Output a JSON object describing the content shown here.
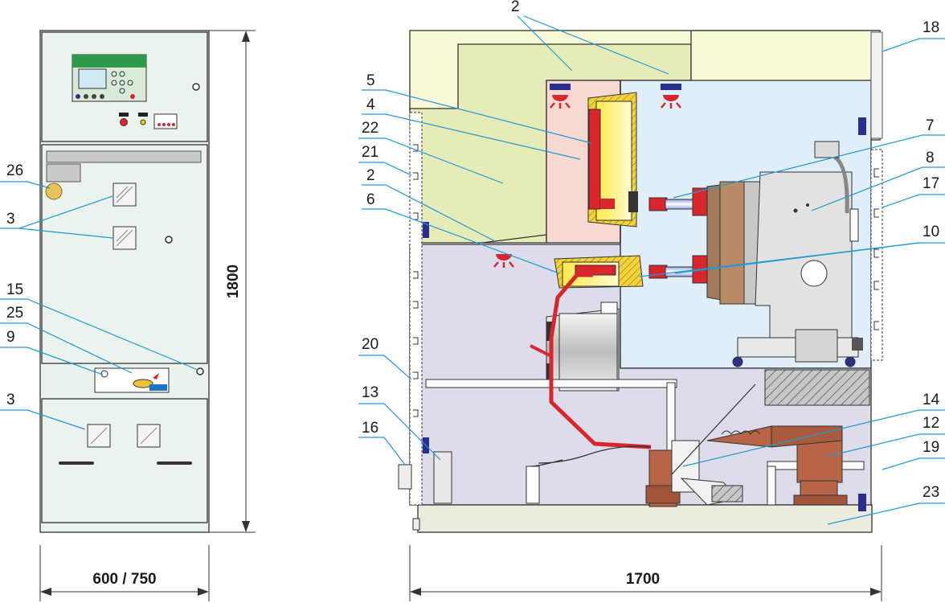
{
  "dimensions": {
    "height": "1800",
    "front_width": "600 / 750",
    "depth": "1700"
  },
  "callouts": {
    "n2": "2",
    "n3": "3",
    "n4": "4",
    "n5": "5",
    "n6": "6",
    "n7": "7",
    "n8": "8",
    "n9": "9",
    "n10": "10",
    "n12": "12",
    "n13": "13",
    "n14": "14",
    "n15": "15",
    "n16": "16",
    "n17": "17",
    "n18": "18",
    "n19": "19",
    "n20": "20",
    "n21": "21",
    "n22": "22",
    "n23": "23",
    "n25": "25",
    "n26": "26"
  },
  "colors": {
    "panel": "#e9f2ec",
    "relay_compartment": "#f8f7d6",
    "busbar_compartment": "#e6ecb8",
    "breaker_compartment": "#dfeef8",
    "cable_compartment": "#dcdcea",
    "bushing": "#f6ef5c",
    "conductor": "#d8262c",
    "cable_term": "#b86446",
    "marker": "#2b2e8c",
    "leader": "#1e9ad6"
  }
}
